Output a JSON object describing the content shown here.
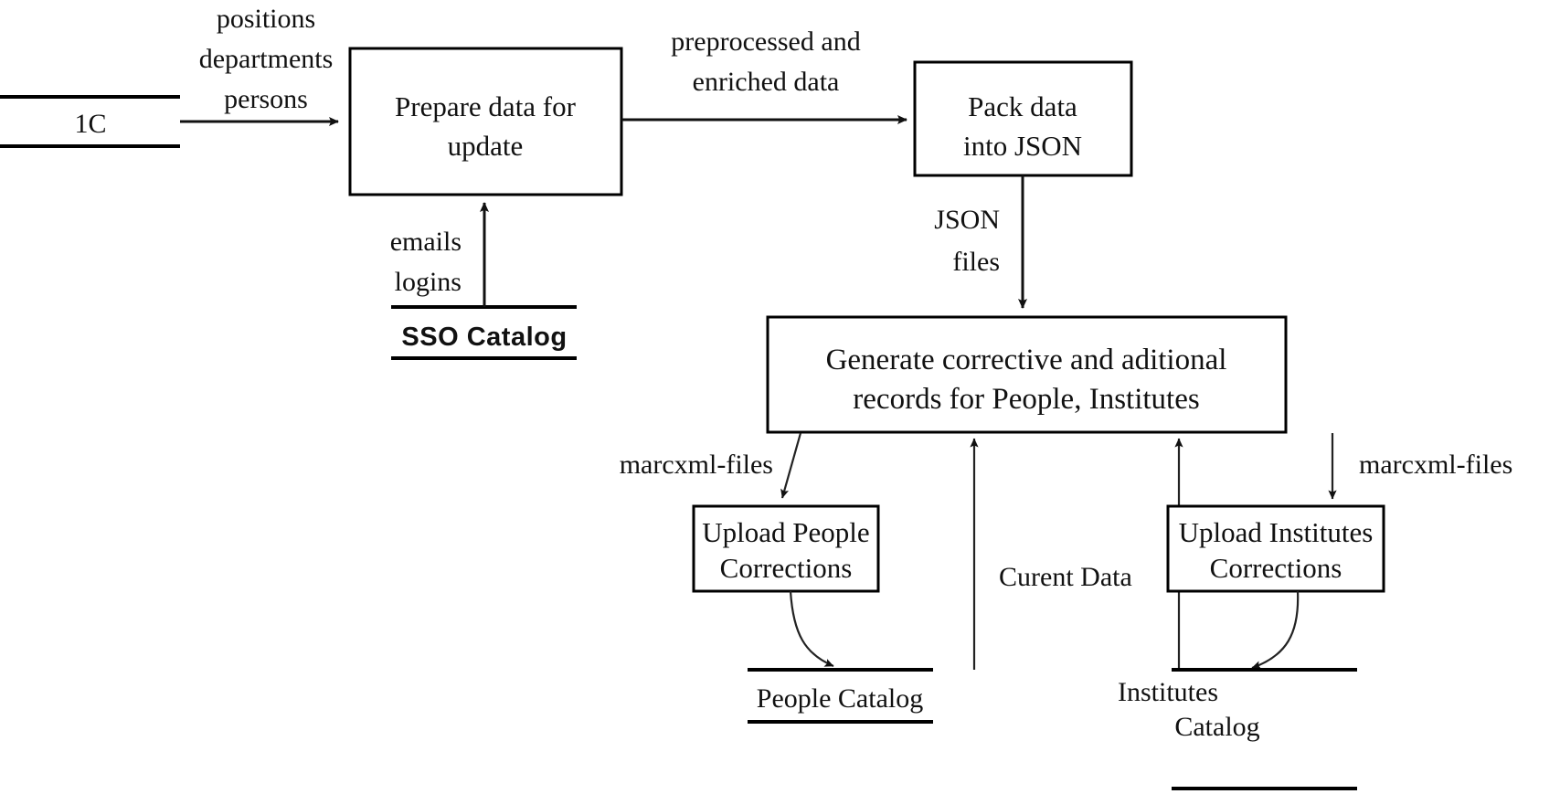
{
  "diagram": {
    "title": "Data flow diagram: 1C to catalogs synchronization",
    "colors": {
      "background": "#ffffff",
      "stroke": "#000000",
      "text": "#111111"
    },
    "datastores": [
      {
        "id": "1c",
        "label": "1C"
      },
      {
        "id": "sso",
        "label": "SSO Catalog"
      },
      {
        "id": "people_catalog",
        "label": "People Catalog"
      },
      {
        "id": "institutes_catalog_line1",
        "label": "Institutes"
      },
      {
        "id": "institutes_catalog_line2",
        "label": "Catalog"
      }
    ],
    "processes": [
      {
        "id": "prepare",
        "line1": "Prepare data for",
        "line2": "update"
      },
      {
        "id": "pack",
        "line1": "Pack data",
        "line2": "into JSON"
      },
      {
        "id": "generate",
        "line1": "Generate corrective and aditional",
        "line2": "records for People, Institutes"
      },
      {
        "id": "upload_people",
        "line1": "Upload People",
        "line2": "Corrections"
      },
      {
        "id": "upload_institutes",
        "line1": "Upload Institutes",
        "line2": "Corrections"
      }
    ],
    "flow_labels": [
      {
        "id": "from_1c_l1",
        "text": "positions"
      },
      {
        "id": "from_1c_l2",
        "text": "departments"
      },
      {
        "id": "from_1c_l3",
        "text": "persons"
      },
      {
        "id": "preprocessed_l1",
        "text": "preprocessed and"
      },
      {
        "id": "preprocessed_l2",
        "text": "enriched data"
      },
      {
        "id": "sso_l1",
        "text": "emails"
      },
      {
        "id": "sso_l2",
        "text": "logins"
      },
      {
        "id": "json_l1",
        "text": "JSON"
      },
      {
        "id": "json_l2",
        "text": "files"
      },
      {
        "id": "marcxml_left",
        "text": "marcxml-files"
      },
      {
        "id": "marcxml_right",
        "text": "marcxml-files"
      },
      {
        "id": "curent_data",
        "text": "Curent Data"
      }
    ]
  }
}
